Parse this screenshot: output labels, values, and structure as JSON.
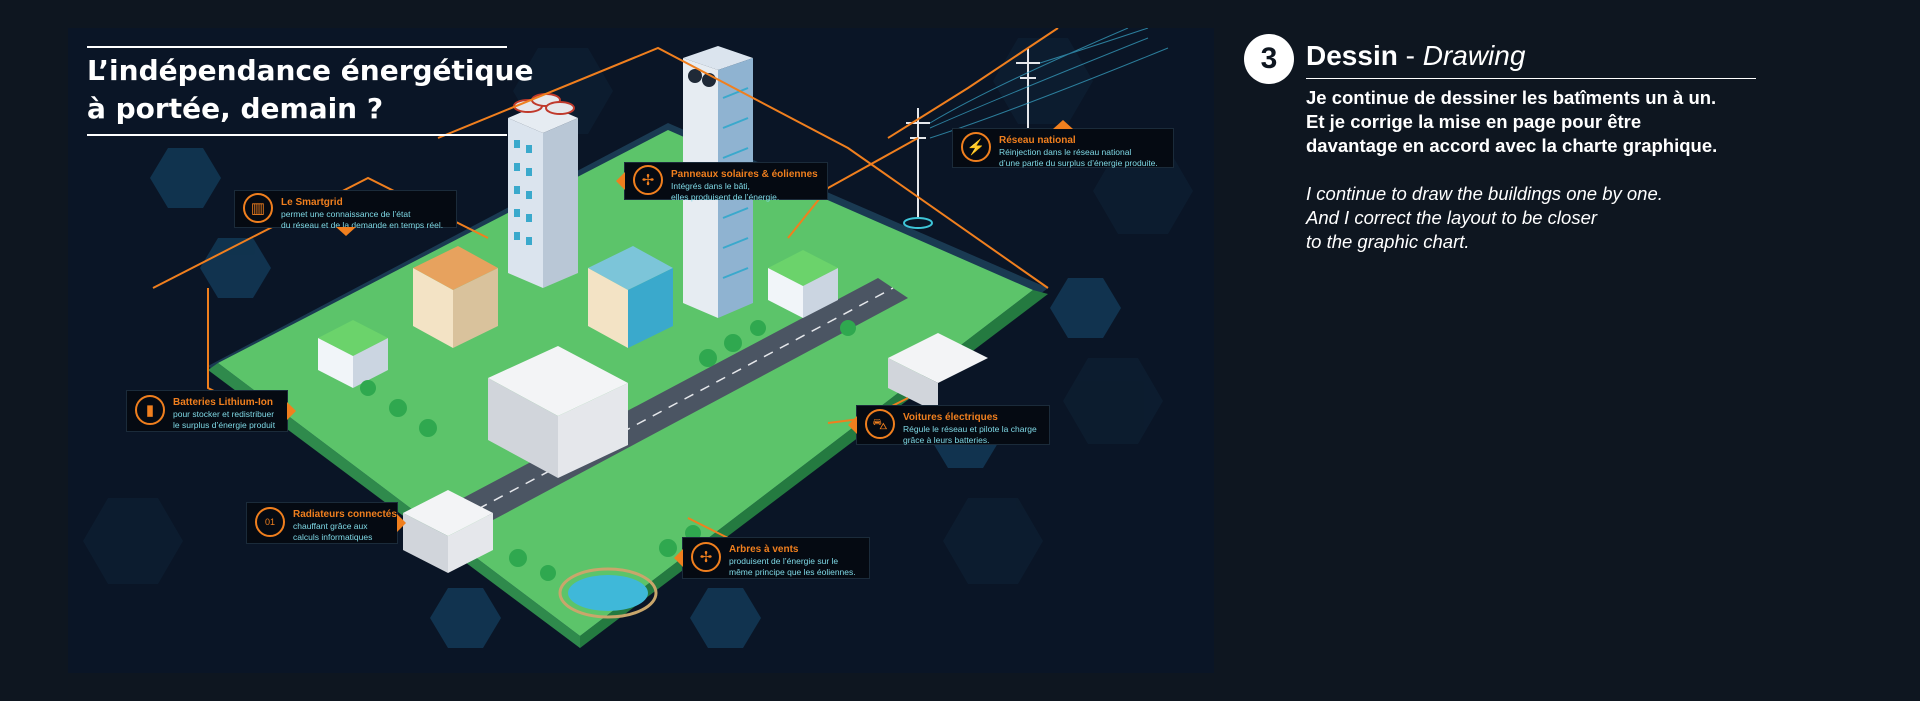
{
  "artwork": {
    "title_lines": [
      "L’indépendance énergétique",
      "à portée, demain ?"
    ],
    "colors": {
      "accent": "#f07f1e",
      "cyan_text": "#7fd9e6",
      "background": "#0a1526",
      "grass": "#6bd36b"
    },
    "callouts": [
      {
        "id": "smartgrid",
        "icon": "gauge-icon",
        "title": "Le Smartgrid",
        "lines": [
          "permet une connaissance de l’état",
          "du réseau et de la demande en temps réel."
        ]
      },
      {
        "id": "solar",
        "icon": "wind-turbine-icon",
        "title": "Panneaux solaires & éoliennes",
        "lines": [
          "Intégrés dans le bâti,",
          "elles produisent de l’énergie."
        ]
      },
      {
        "id": "reseau",
        "icon": "lightning-icon",
        "title": "Réseau national",
        "lines": [
          "Réinjection dans le réseau national",
          "d’une partie du surplus d’énergie produite."
        ]
      },
      {
        "id": "batteries",
        "icon": "battery-icon",
        "title": "Batteries Lithium-Ion",
        "lines": [
          "pour stocker et redistribuer",
          "le surplus d’énergie produit"
        ]
      },
      {
        "id": "voitures",
        "icon": "electric-car-icon",
        "title": "Voitures électriques",
        "lines": [
          "Régule le réseau et pilote la charge",
          "grâce à leurs batteries."
        ]
      },
      {
        "id": "radiateurs",
        "icon": "binary-chip-icon",
        "title": "Radiateurs connectés",
        "lines": [
          "chauffant grâce aux",
          "calculs informatiques"
        ]
      },
      {
        "id": "arbres",
        "icon": "wind-tree-icon",
        "title": "Arbres à vents",
        "lines": [
          "produisent de l’énergie sur le",
          "même principe que les éoliennes."
        ]
      }
    ]
  },
  "panel": {
    "step_number": "3",
    "heading_fr": "Dessin",
    "heading_separator": " - ",
    "heading_en": "Drawing",
    "paragraph_fr": [
      "Je continue de dessiner les batîments un à un.",
      "Et je corrige la mise en page pour être",
      "davantage en accord avec la charte graphique."
    ],
    "paragraph_en": [
      "I continue to draw the buildings one by one.",
      "And I correct the layout to be closer",
      "to the graphic chart."
    ]
  }
}
